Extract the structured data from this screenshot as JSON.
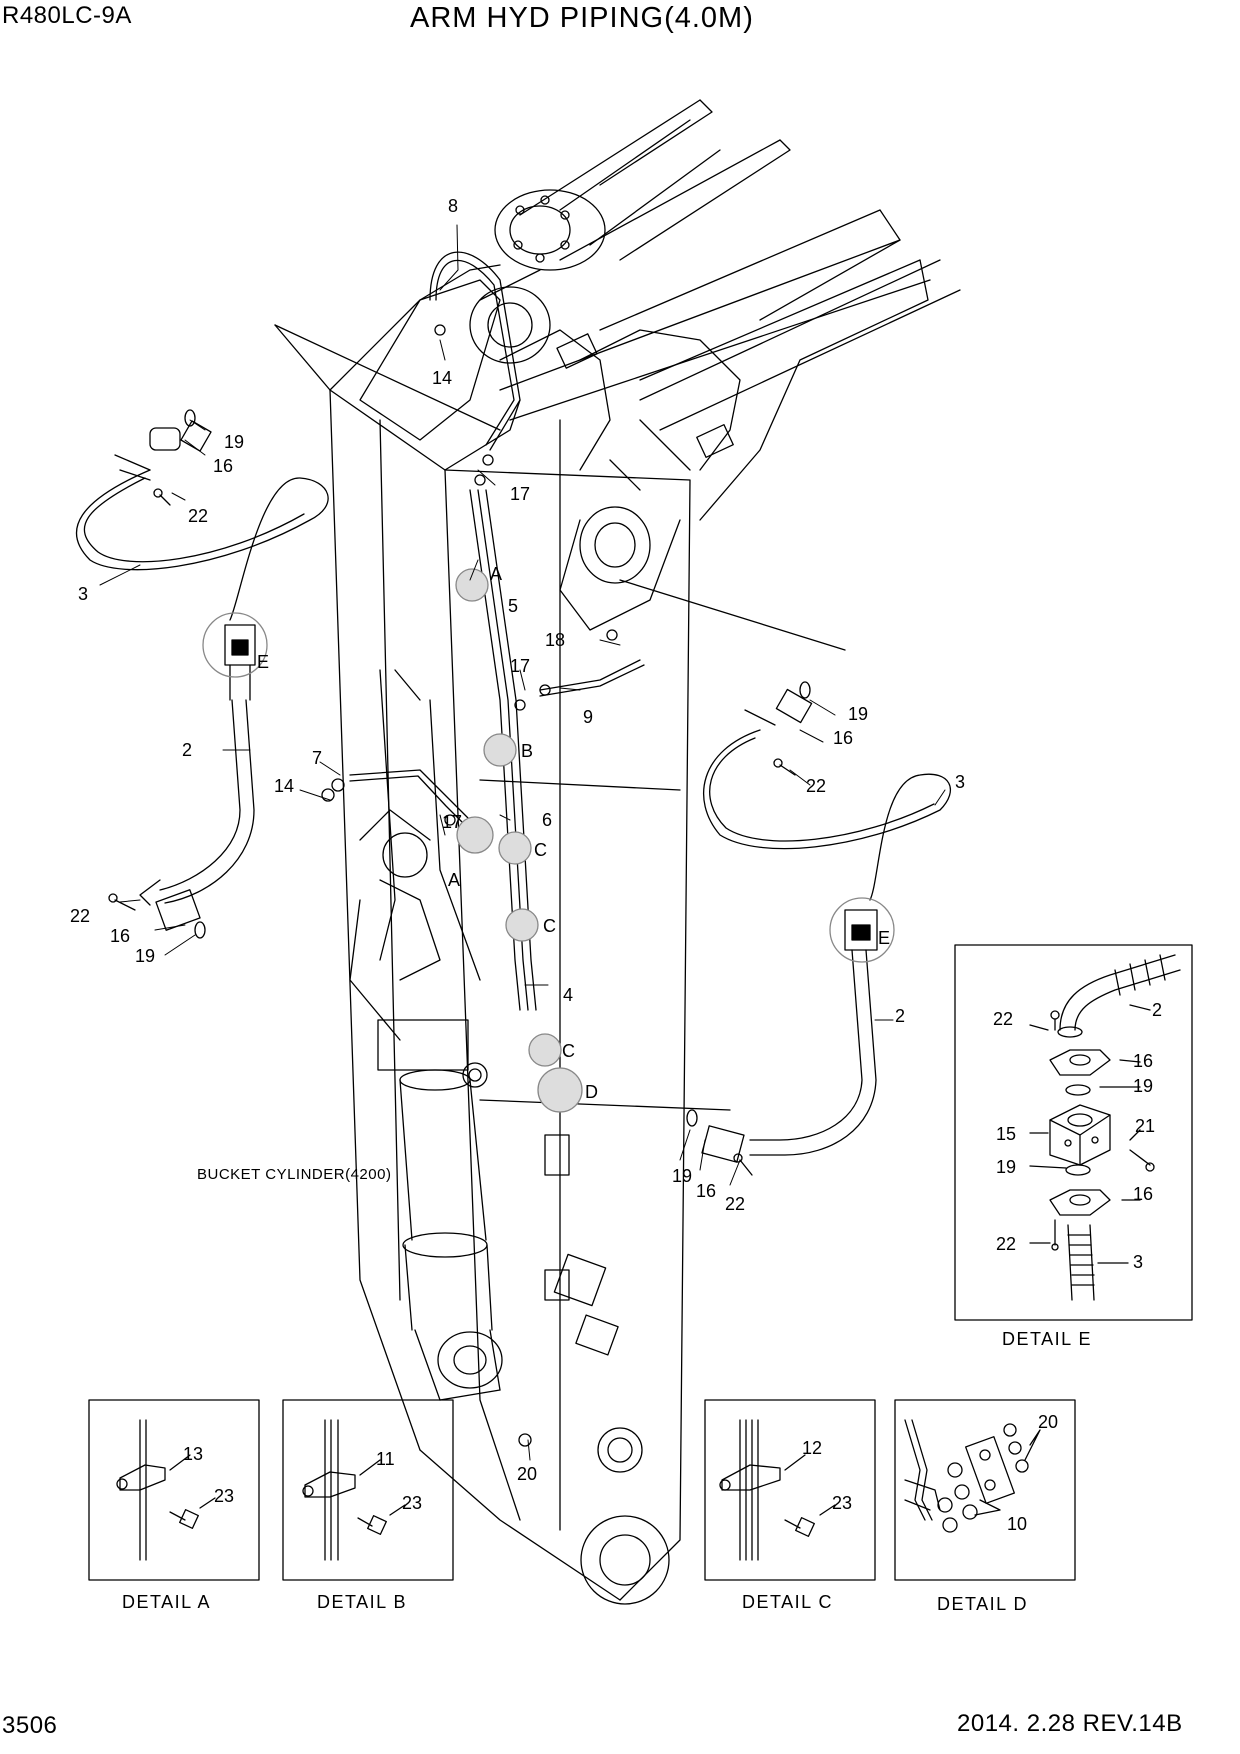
{
  "header": {
    "model": "R480LC-9A",
    "title": "ARM HYD PIPING(4.0M)"
  },
  "footer": {
    "page_number": "3506",
    "revision": "2014. 2.28  REV.14B"
  },
  "part_labels": {
    "p2": "2",
    "p3": "3",
    "p4": "4",
    "p5": "5",
    "p6": "6",
    "p7": "7",
    "p8": "8",
    "p9": "9",
    "p10": "10",
    "p11": "11",
    "p12": "12",
    "p13": "13",
    "p14": "14",
    "p15": "15",
    "p16": "16",
    "p17": "17",
    "p18": "18",
    "p19": "19",
    "p20": "20",
    "p21": "21",
    "p22": "22",
    "p23": "23"
  },
  "detail_markers": {
    "a": "A",
    "b": "B",
    "c": "C",
    "d": "D",
    "e": "E"
  },
  "notes": {
    "bucket_cylinder": "BUCKET CYLINDER(4200)"
  },
  "detail_captions": {
    "a": "DETAIL  A",
    "b": "DETAIL  B",
    "c": "DETAIL  C",
    "d": "DETAIL  D",
    "e": "DETAIL  E"
  }
}
